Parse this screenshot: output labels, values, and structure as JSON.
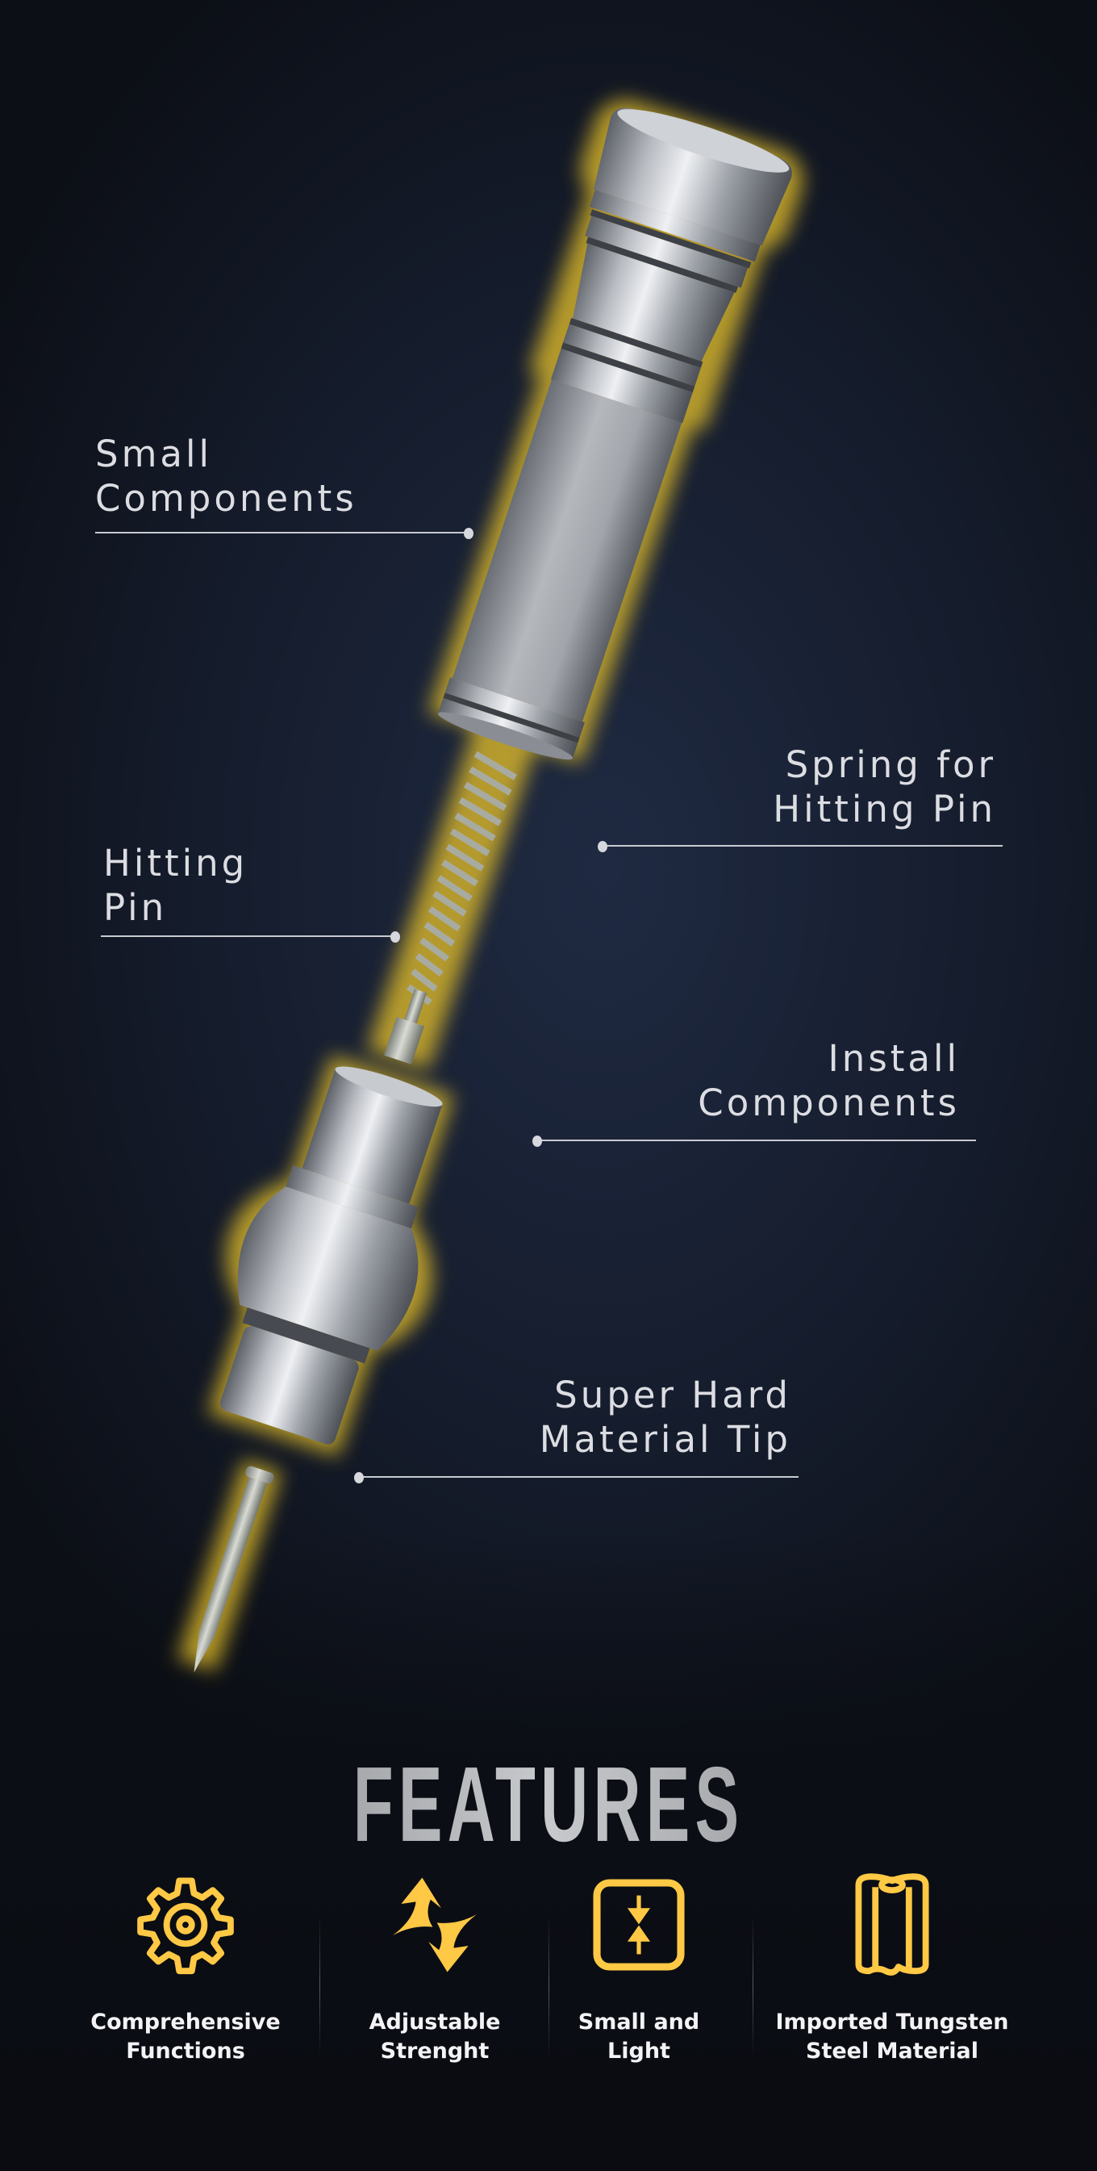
{
  "callouts": [
    {
      "line1": "Small",
      "line2": "Components"
    },
    {
      "line1": "Spring for",
      "line2": "Hitting Pin"
    },
    {
      "line1": "Hitting",
      "line2": "Pin"
    },
    {
      "line1": "Install",
      "line2": "Components"
    },
    {
      "line1": "Super Hard",
      "line2": "Material Tip"
    }
  ],
  "features": {
    "title": "FEATURES",
    "items": [
      {
        "icon": "gear-icon",
        "line1": "Comprehensive",
        "line2": "Functions"
      },
      {
        "icon": "rotate-arrows-icon",
        "line1": "Adjustable",
        "line2": "Strenght"
      },
      {
        "icon": "compress-icon",
        "line1": "Small and",
        "line2": "Light"
      },
      {
        "icon": "cylinders-icon",
        "line1": "Imported Tungsten",
        "line2": "Steel Material"
      }
    ]
  },
  "colors": {
    "accent": "#ffc845",
    "glow": "#e8c22a",
    "background": "#151c2c"
  }
}
